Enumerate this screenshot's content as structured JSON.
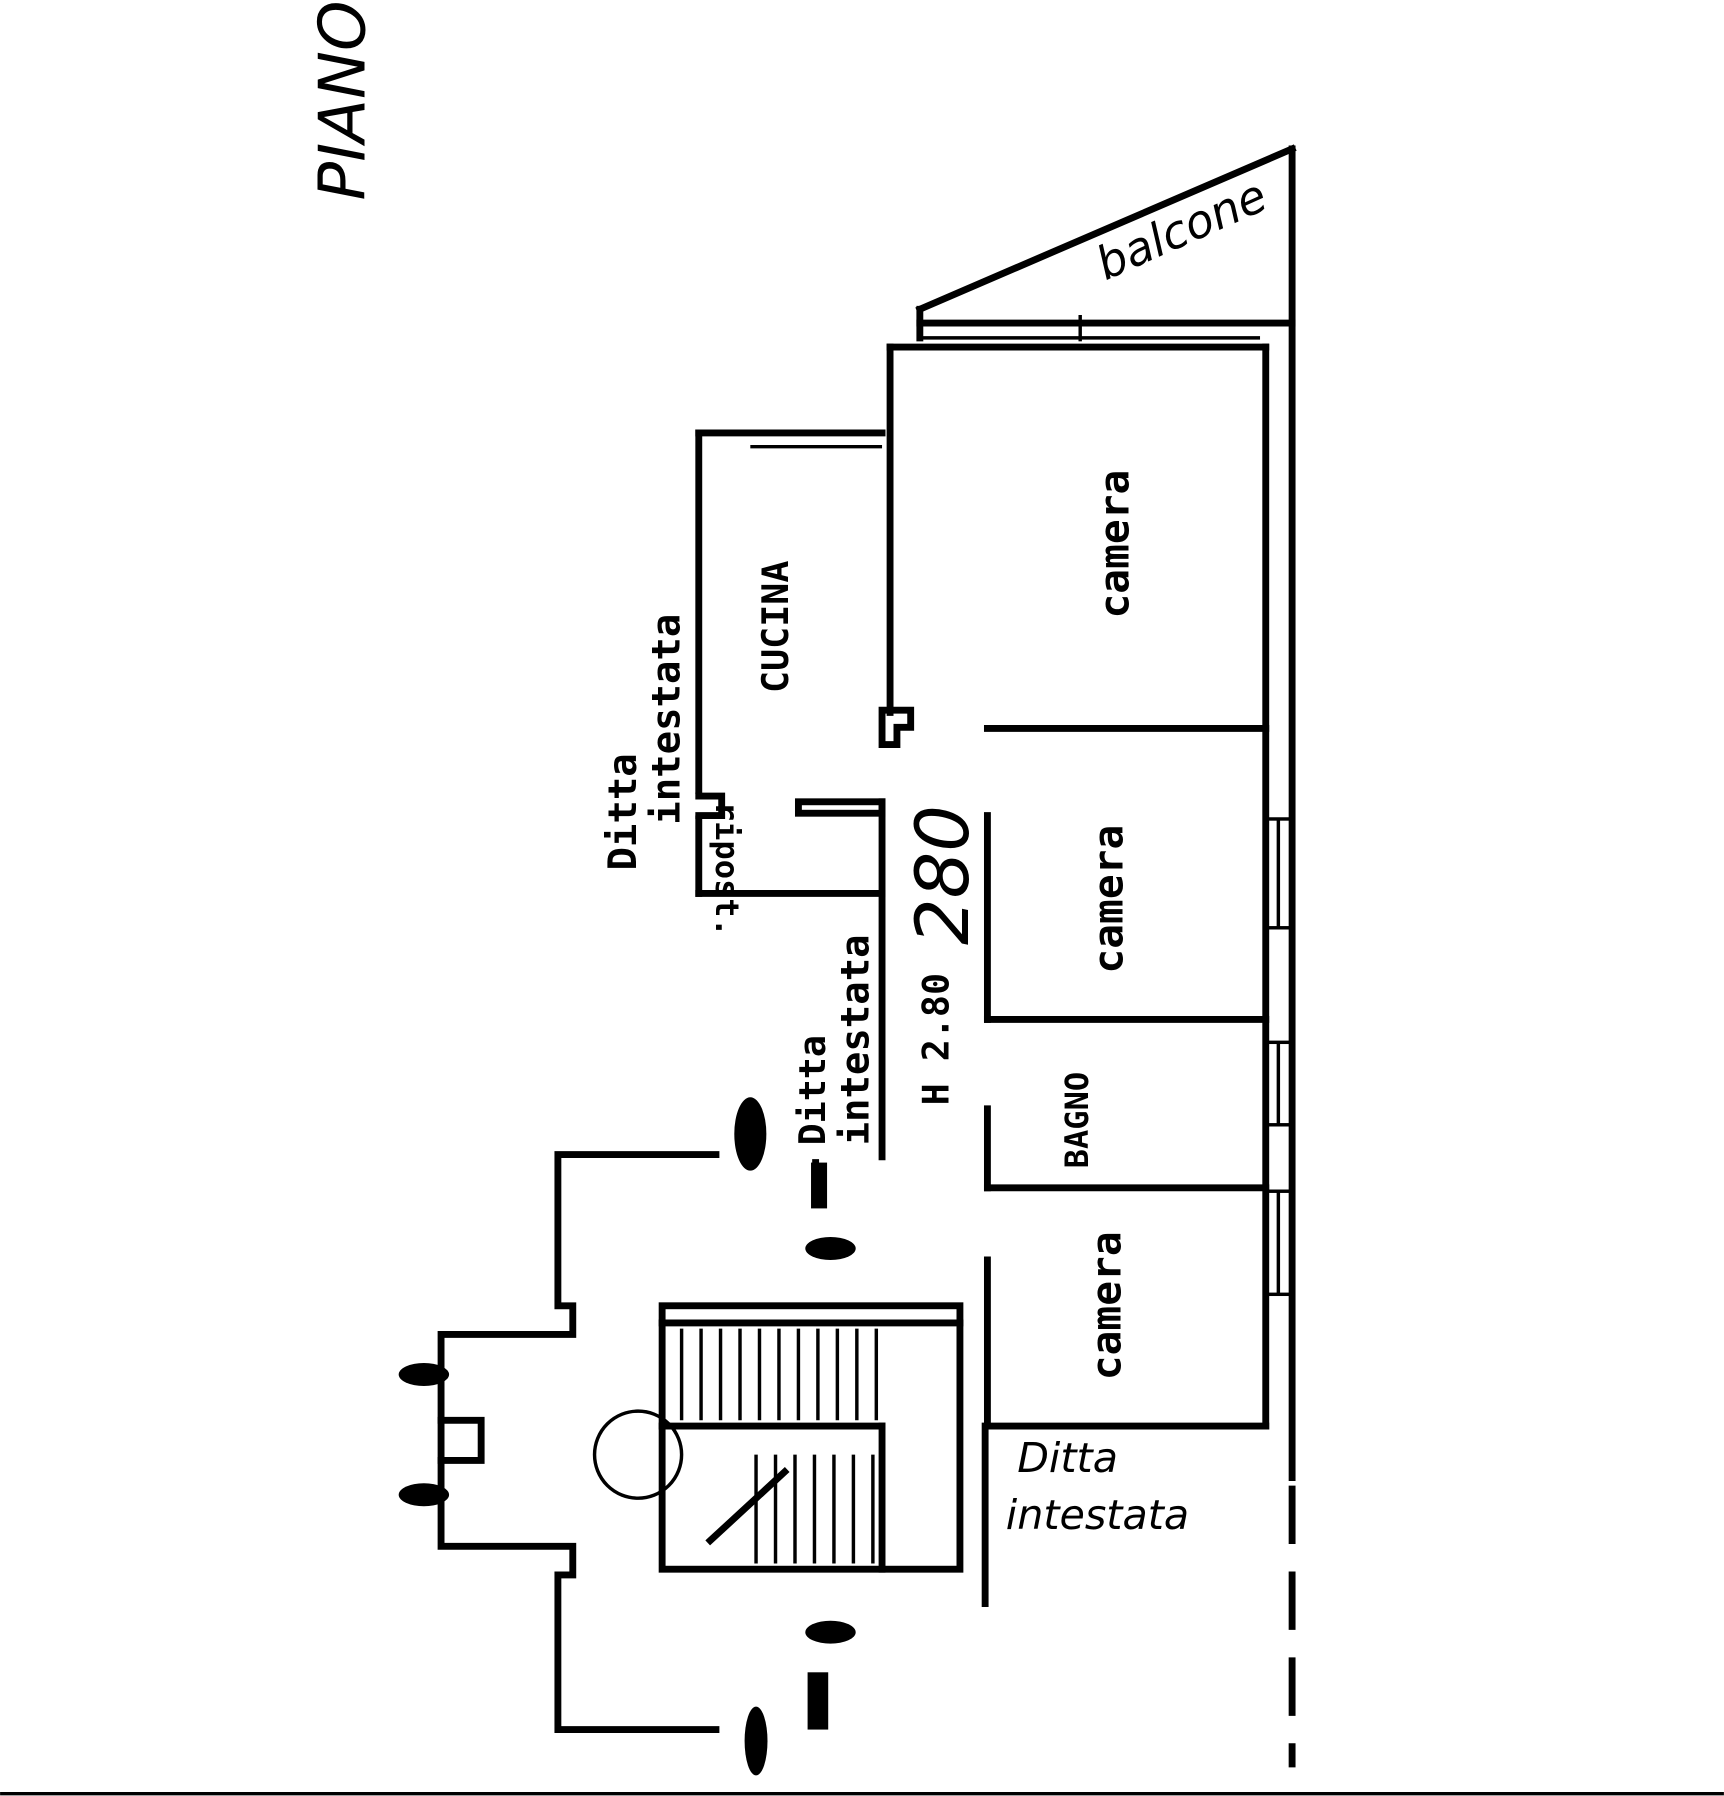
{
  "title": "PIANO",
  "rooms": {
    "balcony": "balcone",
    "bedroom_1": "camera",
    "bedroom_2": "camera",
    "bedroom_3": "camera",
    "kitchen": "CUCINA",
    "bathroom": "BAGNO",
    "storage": "ripost."
  },
  "neighbours": [
    {
      "line1": "Ditta",
      "line2": "intestata"
    },
    {
      "line1": "Ditta",
      "line2": "intestata"
    },
    {
      "line1": "Ditta",
      "line2": "intestata"
    }
  ],
  "height_label": "H 2.80",
  "height_value": "280",
  "colors": {
    "ink": "#000000",
    "paper": "#ffffff"
  }
}
